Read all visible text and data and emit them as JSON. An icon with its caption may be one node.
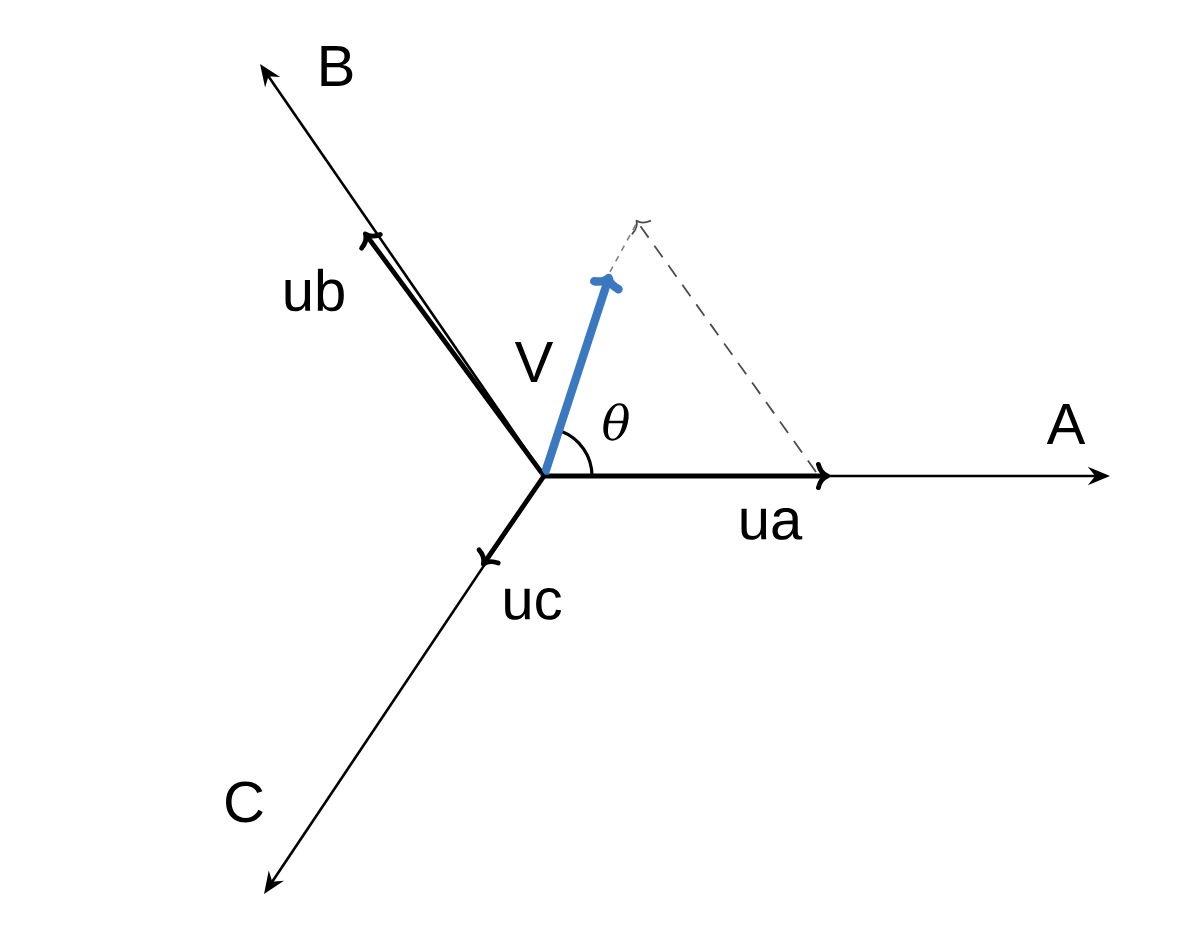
{
  "diagram": {
    "nodes": [
      {
        "text": [
          "A"
        ]
      },
      {
        "text": [
          "B"
        ]
      },
      {
        "text": [
          "C"
        ]
      }
    ],
    "edges": [
      {
        "from": null,
        "to": 0,
        "arrow": "to"
      },
      {
        "from": null,
        "to": 1,
        "arrow": "to"
      },
      {
        "from": null,
        "to": 2,
        "arrow": "to"
      }
    ],
    "labels": [
      "ub",
      "V",
      "θ",
      "ua",
      "uc"
    ]
  }
}
